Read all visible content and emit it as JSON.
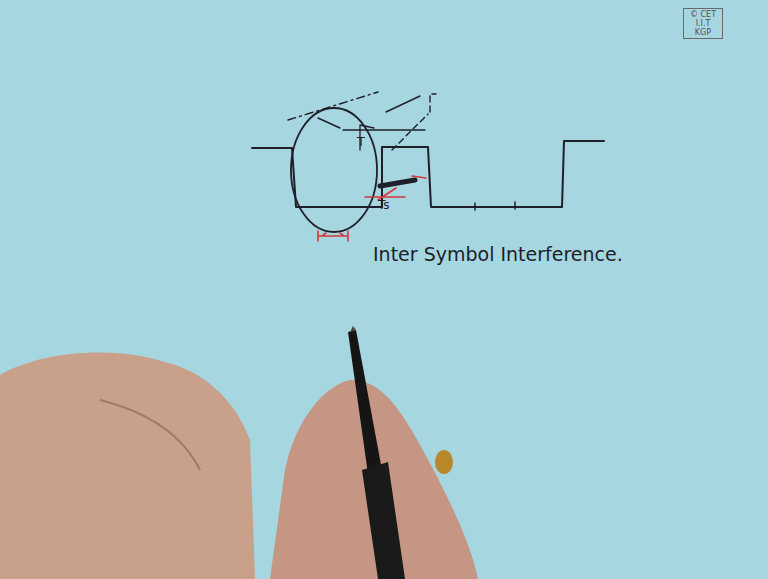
{
  "diagram": {
    "nodes": [
      {
        "text": [
          "© CET I.I.T KGP"
        ]
      }
    ],
    "labels": [
      "T",
      "Ts",
      "Inter Symbol Interference."
    ]
  }
}
